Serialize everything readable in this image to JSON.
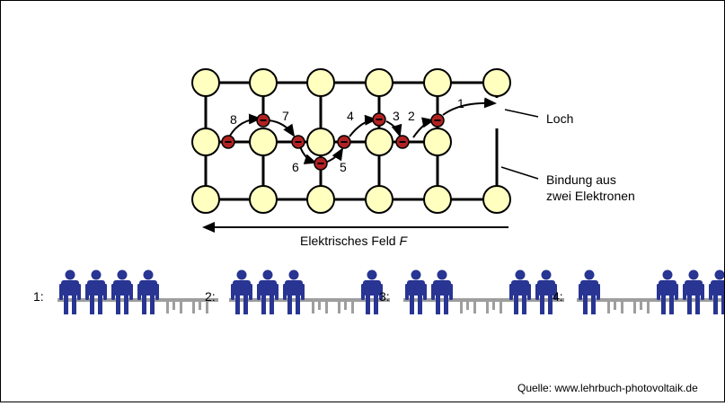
{
  "lattice": {
    "labels": {
      "hole": "Loch",
      "bond_line1": "Bindung aus",
      "bond_line2": "zwei Elektronen",
      "field": "Elektrisches Feld",
      "field_symbol": "F"
    },
    "step_numbers": [
      "1",
      "2",
      "3",
      "4",
      "5",
      "6",
      "7",
      "8"
    ],
    "electron_sign": "−",
    "colors": {
      "atom_fill": "#ffffc0",
      "electron_fill": "#b22222",
      "line": "#000000"
    }
  },
  "seating_rows": [
    {
      "label": "1:",
      "occupied": [
        true,
        true,
        true,
        true,
        false,
        false
      ]
    },
    {
      "label": "2:",
      "occupied": [
        true,
        true,
        true,
        false,
        false,
        true
      ]
    },
    {
      "label": "3:",
      "occupied": [
        true,
        true,
        false,
        false,
        true,
        true
      ]
    },
    {
      "label": "4:",
      "occupied": [
        true,
        false,
        false,
        true,
        true,
        true
      ]
    }
  ],
  "seating_colors": {
    "person": "#283593",
    "bench": "#9e9e9e"
  },
  "source": "Quelle: www.lehrbuch-photovoltaik.de"
}
